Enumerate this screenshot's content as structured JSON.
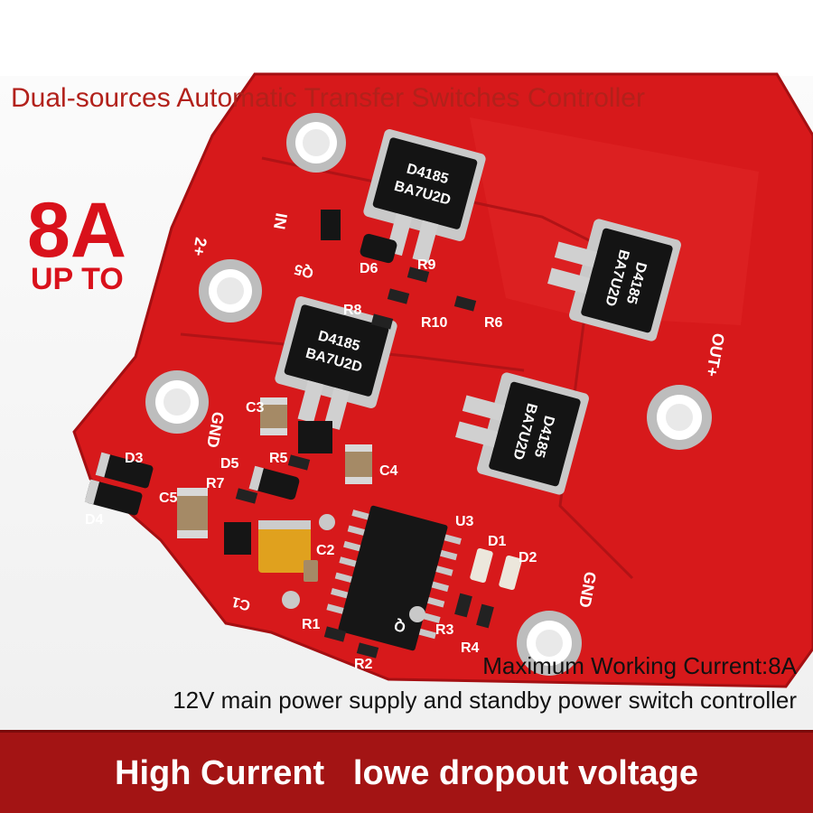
{
  "title": "Dual-sources Automatic Transfer Switches Controller",
  "rating": {
    "current": "8A",
    "prefix": "UP TO"
  },
  "captions": {
    "max_current": "Maximum Working Current:8A",
    "description": "12V main power supply and standby power switch controller"
  },
  "banner": "High Current   lowe dropout voltage",
  "board_labels": {
    "in": "IN",
    "v_plus": "2+",
    "gnd_left": "GND",
    "out_plus": "OUT+",
    "gnd_right": "GND",
    "q5": "Q5",
    "d6": "D6",
    "r9": "R9",
    "r8": "R8",
    "r10": "R10",
    "r6": "R6",
    "c3": "C3",
    "d5": "D5",
    "r5": "R5",
    "c4": "C4",
    "d3": "D3",
    "d4": "D4",
    "c5": "C5",
    "r7": "R7",
    "c1": "C1",
    "c2": "C2",
    "u3": "U3",
    "d1": "D1",
    "d2": "D2",
    "r1": "R1",
    "r2": "R2",
    "r3": "R3",
    "r4": "R4",
    "q": "Q"
  },
  "chip_markings": {
    "mosfet_line1": "D4185",
    "mosfet_line2": "BA7U2D"
  },
  "colors": {
    "board": "#d7191b",
    "title": "#b2211b",
    "accent": "#d9111b",
    "banner": "#a31414"
  }
}
